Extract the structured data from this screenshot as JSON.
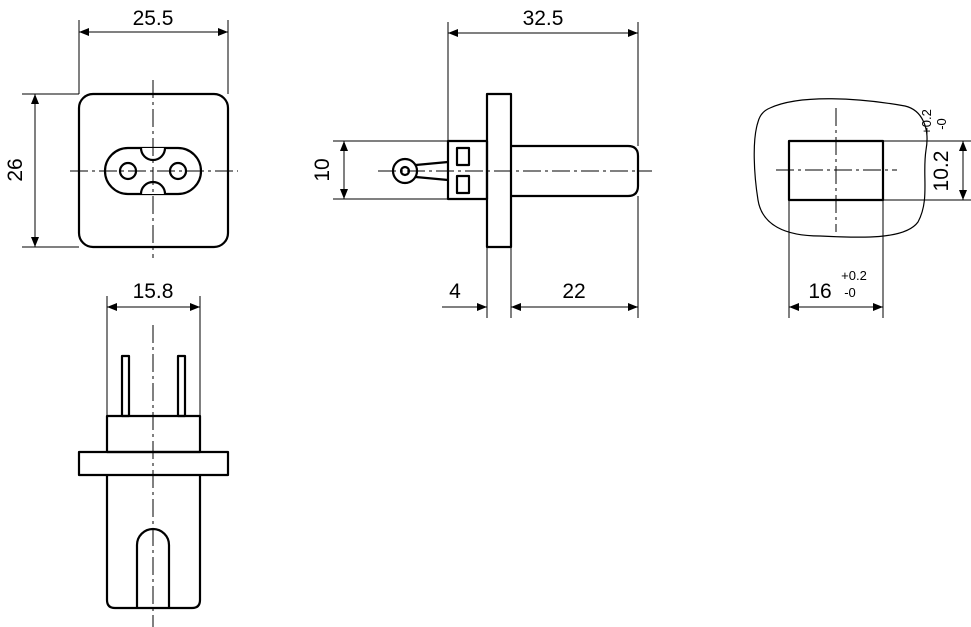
{
  "dimensions": {
    "front_width": "25.5",
    "front_height": "26",
    "side_length": "32.5",
    "side_height": "10",
    "flange_offset": "4",
    "body_length": "22",
    "cutout_height": "10.2",
    "cutout_height_tol_plus": "+0.2",
    "cutout_height_tol_minus": "-0",
    "cutout_width": "16",
    "cutout_width_tol_plus": "+0.2",
    "cutout_width_tol_minus": "-0",
    "bottom_width": "15.8"
  }
}
